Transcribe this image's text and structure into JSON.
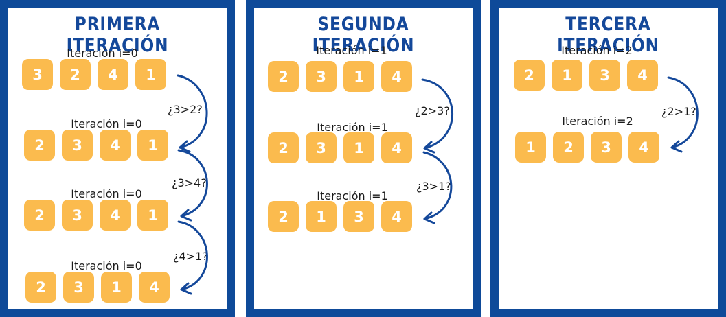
{
  "panels": [
    {
      "title": "PRIMERA ITERACIÓN",
      "steps": [
        {
          "label": "Iteración i=0",
          "values": [
            "3",
            "2",
            "4",
            "1"
          ]
        },
        {
          "label": "Iteración i=0",
          "values": [
            "2",
            "3",
            "4",
            "1"
          ]
        },
        {
          "label": "Iteración i=0",
          "values": [
            "2",
            "3",
            "4",
            "1"
          ]
        },
        {
          "label": "Iteración i=0",
          "values": [
            "2",
            "3",
            "1",
            "4"
          ]
        }
      ],
      "comparisons": [
        "¿3>2?",
        "¿3>4?",
        "¿4>1?"
      ]
    },
    {
      "title": "SEGUNDA ITERACIÓN",
      "steps": [
        {
          "label": "Iteración i=1",
          "values": [
            "2",
            "3",
            "1",
            "4"
          ]
        },
        {
          "label": "Iteración i=1",
          "values": [
            "2",
            "3",
            "1",
            "4"
          ]
        },
        {
          "label": "Iteración i=1",
          "values": [
            "2",
            "1",
            "3",
            "4"
          ]
        }
      ],
      "comparisons": [
        "¿2>3?",
        "¿3>1?"
      ]
    },
    {
      "title": "TERCERA ITERACIÓN",
      "steps": [
        {
          "label": "Iteración i=2",
          "values": [
            "2",
            "1",
            "3",
            "4"
          ]
        },
        {
          "label": "Iteración i=2",
          "values": [
            "1",
            "2",
            "3",
            "4"
          ]
        }
      ],
      "comparisons": [
        "¿2>1?"
      ]
    }
  ],
  "colors": {
    "border": "#0e4a99",
    "cell": "#fbbb4e",
    "title": "#14489a",
    "arrow": "#14489a"
  }
}
